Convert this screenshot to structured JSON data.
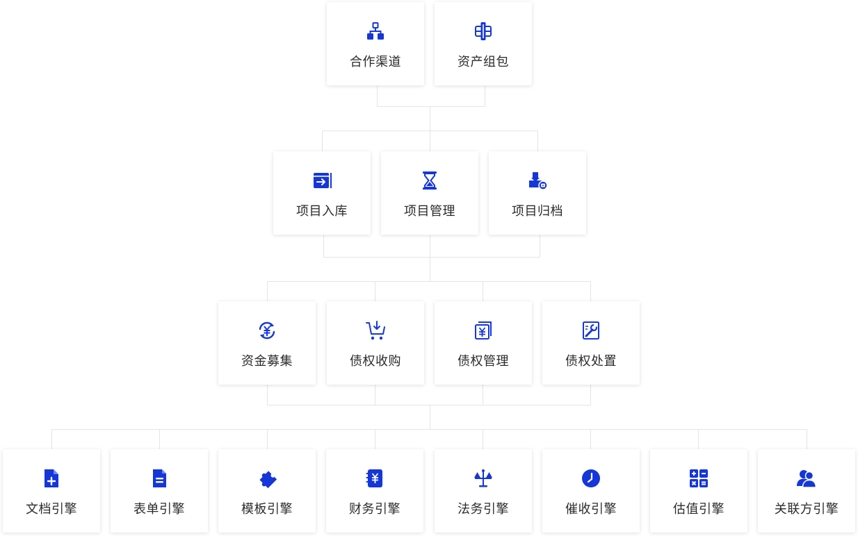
{
  "accent": "#1536d9",
  "line_color": "#e4e4e4",
  "rows": [
    [
      {
        "label": "合作渠道",
        "icon": "org-chart-icon"
      },
      {
        "label": "资产组包",
        "icon": "package-icon"
      }
    ],
    [
      {
        "label": "项目入库",
        "icon": "inbox-import-icon"
      },
      {
        "label": "项目管理",
        "icon": "hourglass-icon"
      },
      {
        "label": "项目归档",
        "icon": "archive-download-icon"
      }
    ],
    [
      {
        "label": "资金募集",
        "icon": "currency-refresh-icon"
      },
      {
        "label": "债权收购",
        "icon": "cart-download-icon"
      },
      {
        "label": "债权管理",
        "icon": "yen-document-icon"
      },
      {
        "label": "债权处置",
        "icon": "wrench-document-icon"
      }
    ],
    [
      {
        "label": "文档引擎",
        "icon": "document-add-icon"
      },
      {
        "label": "表单引擎",
        "icon": "form-icon"
      },
      {
        "label": "模板引擎",
        "icon": "puzzle-icon"
      },
      {
        "label": "财务引擎",
        "icon": "yen-notebook-icon"
      },
      {
        "label": "法务引擎",
        "icon": "scales-icon"
      },
      {
        "label": "催收引擎",
        "icon": "clock-icon"
      },
      {
        "label": "估值引擎",
        "icon": "calculator-icon"
      },
      {
        "label": "关联方引擎",
        "icon": "users-icon"
      }
    ]
  ]
}
